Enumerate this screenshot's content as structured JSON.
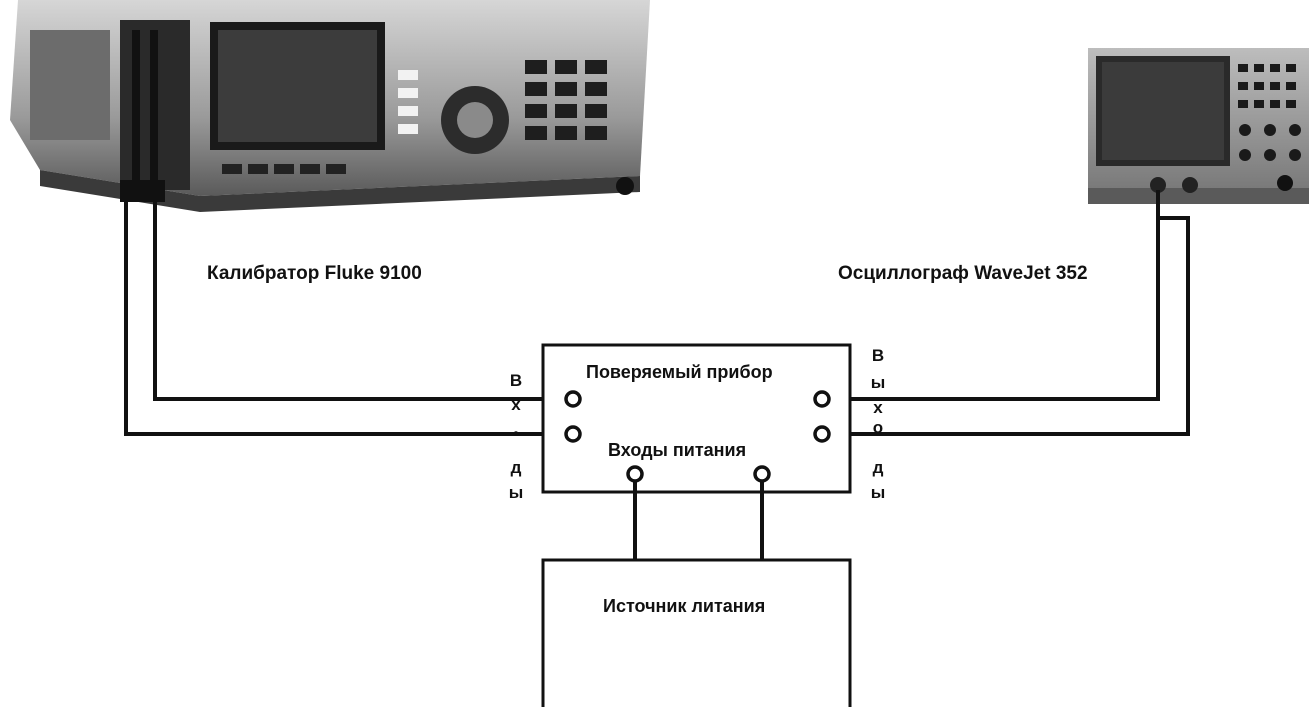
{
  "devices": {
    "calibrator": {
      "label": "Калибратор Fluke 9100",
      "icon": "calibrator-photo"
    },
    "oscilloscope": {
      "label": "Осциллограф WaveJet 352",
      "icon": "oscilloscope-photo"
    }
  },
  "device_under_test": {
    "label": "Поверяемый прибор",
    "power_inputs_label": "Входы питания",
    "inputs_letters": [
      "В",
      "х",
      "•",
      "д",
      "ы"
    ],
    "outputs_letters": [
      "В",
      "ы",
      "х",
      "о",
      "д",
      "ы"
    ]
  },
  "power_source": {
    "label": "Источник литания"
  },
  "colors": {
    "line": "#111111",
    "background": "#ffffff"
  }
}
